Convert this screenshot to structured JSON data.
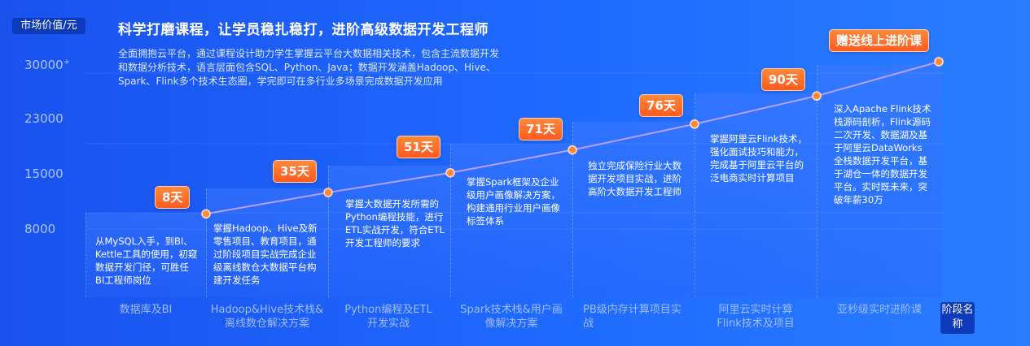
{
  "y_axis": {
    "unit_label": "市场价值/元",
    "ticks": [
      "30000",
      "23000",
      "15000",
      "8000"
    ],
    "top_tick_suffix": "+"
  },
  "headline": "科学打磨课程，让学员稳扎稳打，进阶高级数据开发工程师",
  "intro": "全面拥抱云平台，通过课程设计助力学生掌握云平台大数据相关技术，包含主流数据开发和数据分析技术，语言层面包含SQL、Python、Java；数据开发涵盖Hadoop、Hive、Spark、Flink多个技术生态圈，学完即可在多行业多场景完成数据开发应用",
  "stages": [
    {
      "name": "数据库及BI",
      "duration": "8天",
      "desc": "从MySQL入手，到BI、Kettle工具的使用，初窥数据开发门径，可胜任BI工程师岗位"
    },
    {
      "name": "Hadoop&Hive技术栈&离线数仓解决方案",
      "duration": "35天",
      "desc": "掌握Hadoop、Hive及新零售项目、教育项目，通过阶段项目实战完成企业级离线数仓大数据平台构建开发任务"
    },
    {
      "name": "Python编程及ETL开发实战",
      "duration": "51天",
      "desc": "掌握大数据开发所需的Python编程技能，进行ETL实战开发，符合ETL开发工程师的要求"
    },
    {
      "name": "Spark技术栈&用户画像解决方案",
      "duration": "71天",
      "desc": "掌握Spark框架及企业级用户画像解决方案，构建通用行业用户画像标签体系"
    },
    {
      "name": "PB级内存计算项目实战",
      "duration": "76天",
      "desc": "独立完成保险行业大数据开发项目实战，进阶高阶大数据开发工程师"
    },
    {
      "name": "阿里云实时计算Flink技术及项目",
      "duration": "90天",
      "desc": "掌握阿里云Flink技术，强化面试技巧和能力，完成基于阿里云平台的泛电商实时计算项目"
    },
    {
      "name": "亚秒级实时进阶课",
      "duration": "赠送线上进阶课",
      "desc": "深入Apache Flink技术栈源码剖析，Flink源码二次开发、数据湖及基于阿里云DataWorks全栈数据开发平台，基于湖仓一体的数据开发平台。实时既未来，突破年薪30万"
    }
  ],
  "x_axis_label": "阶段名称",
  "chart_data": {
    "type": "line",
    "x": [
      "数据库及BI",
      "Hadoop&Hive技术栈&离线数仓解决方案",
      "Python编程及ETL开发实战",
      "Spark技术栈&用户画像解决方案",
      "PB级内存计算项目实战",
      "阿里云实时计算Flink技术及项目",
      "亚秒级实时进阶课"
    ],
    "values": [
      10000,
      12800,
      15400,
      18400,
      21800,
      25500,
      30000
    ],
    "ylabel": "市场价值/元",
    "ylim": [
      8000,
      30000
    ]
  },
  "colors": {
    "background": "#1f6aff",
    "line": "#b9a0ff",
    "point": "#ff8a3a",
    "badge": "#ff6a22"
  }
}
